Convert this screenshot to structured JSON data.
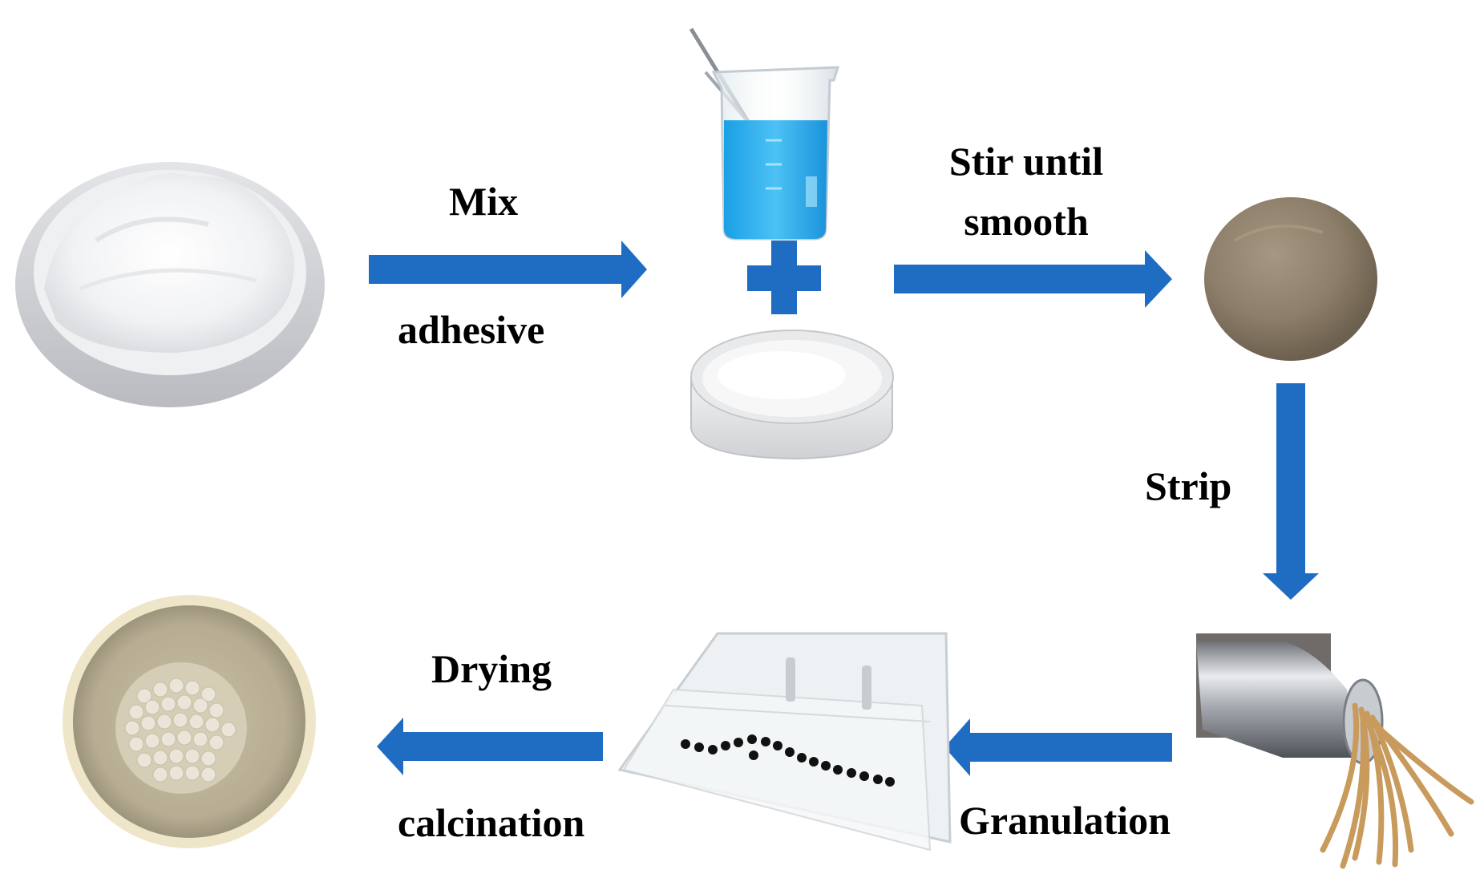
{
  "labels": {
    "mix": "Mix",
    "adhesive": "adhesive",
    "stir_line1": "Stir until",
    "stir_line2": "smooth",
    "strip": "Strip",
    "drying": "Drying",
    "calcination": "calcination",
    "granulation": "Granulation"
  },
  "colors": {
    "arrow": "#1f6dc2",
    "text": "#000000"
  },
  "icons": {
    "powder_dish": "white-powder-dish-icon",
    "beaker": "blue-liquid-beaker-icon",
    "plus": "plus-icon",
    "petri_dish": "powder-petri-dish-icon",
    "clay_ball": "clay-ball-icon",
    "extruder": "extruder-noodle-icon",
    "tray": "granulation-tray-icon",
    "bowl": "pellet-bowl-icon"
  }
}
